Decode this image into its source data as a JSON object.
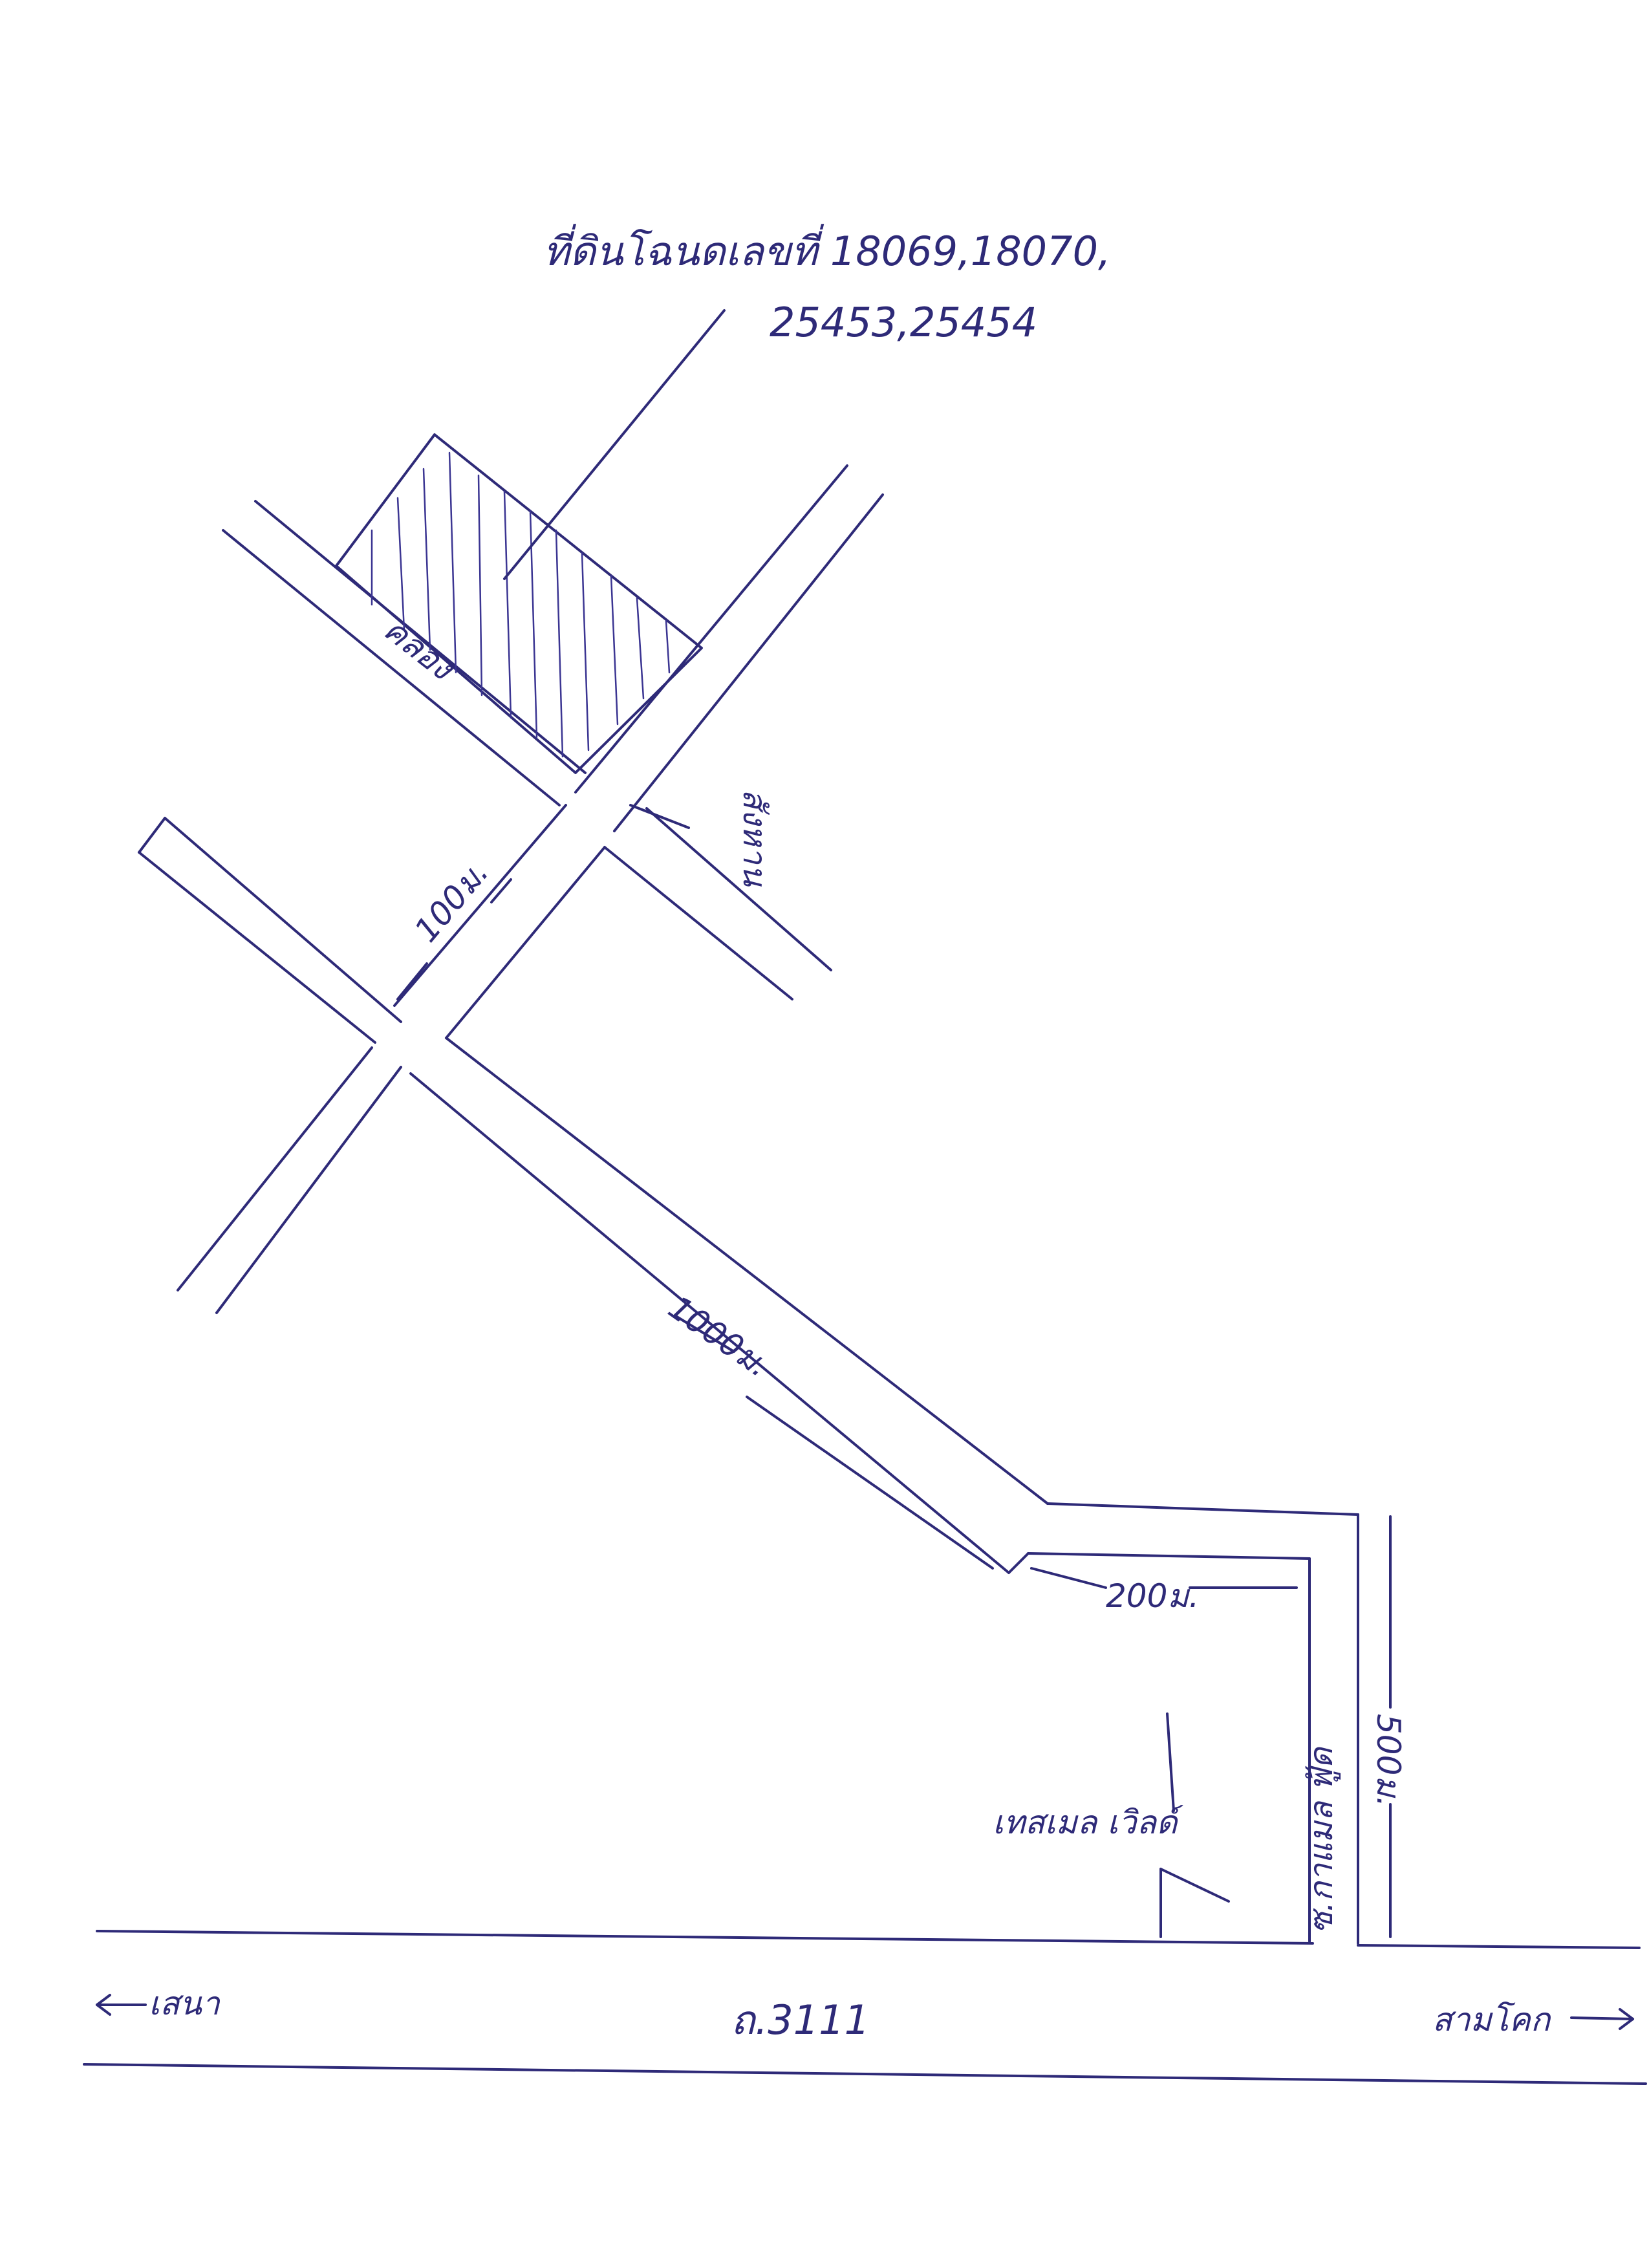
{
  "labels": {
    "plot_title_line1": "ที่ดินโฉนดเลขที่ 18069,18070,",
    "plot_title_line2": "25453,25454",
    "canal": "คลอง",
    "dist_100m": "100ม.",
    "side_road": "สังหาน",
    "dist_1000m": "1000ม.",
    "dist_200m": "200ม.",
    "dist_500m": "500ม.",
    "soi_name": "ซ.กาแมล ฟู้ด",
    "landmark": "เทสเมล เวิลด์",
    "highway": "ถ.3111",
    "left_destination": "เสนา",
    "right_destination": "สามโคก"
  },
  "colors": {
    "ink": "#2e2a78",
    "paper": "#ffffff"
  }
}
